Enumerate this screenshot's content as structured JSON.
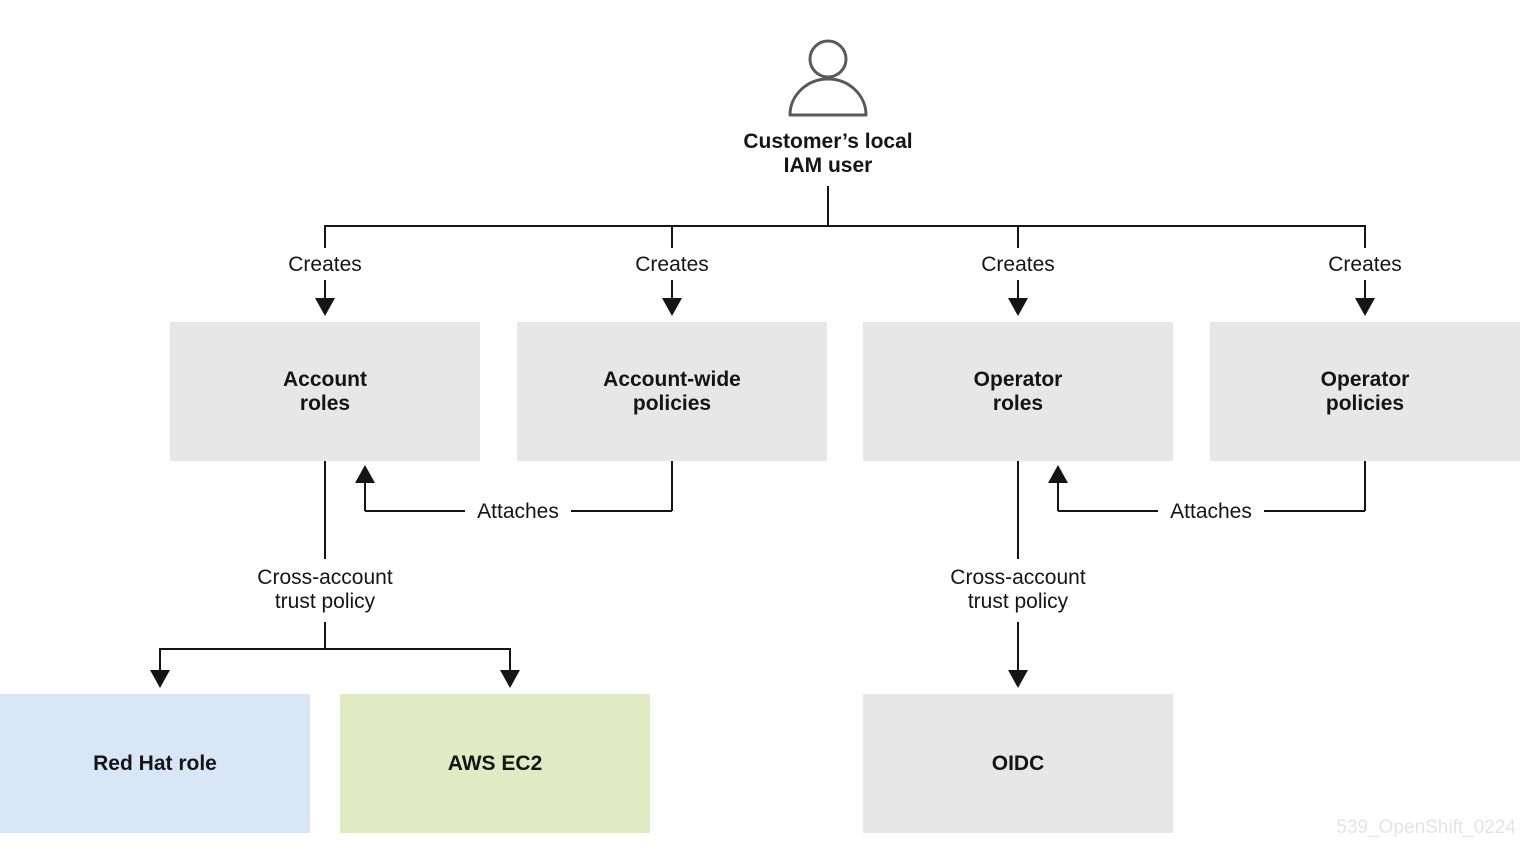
{
  "colors": {
    "gray_box": "#e7e7e7",
    "blue_box": "#d8e6f5",
    "green_box": "#e2eac4",
    "line": "#151515",
    "user_icon": "#5a5a5a"
  },
  "user": {
    "icon": "user-icon",
    "label_line1": "Customer’s local",
    "label_line2": "IAM user"
  },
  "edges": {
    "creates_1": "Creates",
    "creates_2": "Creates",
    "creates_3": "Creates",
    "creates_4": "Creates",
    "attaches_left": "Attaches",
    "attaches_right": "Attaches",
    "trust_left_line1": "Cross-account",
    "trust_left_line2": "trust policy",
    "trust_right_line1": "Cross-account",
    "trust_right_line2": "trust policy"
  },
  "nodes": {
    "account_roles": {
      "line1": "Account",
      "line2": "roles"
    },
    "account_policies": {
      "line1": "Account-wide",
      "line2": "policies"
    },
    "operator_roles": {
      "line1": "Operator",
      "line2": "roles"
    },
    "operator_policies": {
      "line1": "Operator",
      "line2": "policies"
    },
    "redhat_role": {
      "label": "Red Hat role"
    },
    "aws_ec2": {
      "label": "AWS EC2"
    },
    "oidc": {
      "label": "OIDC"
    }
  },
  "watermark": "539_OpenShift_0224"
}
